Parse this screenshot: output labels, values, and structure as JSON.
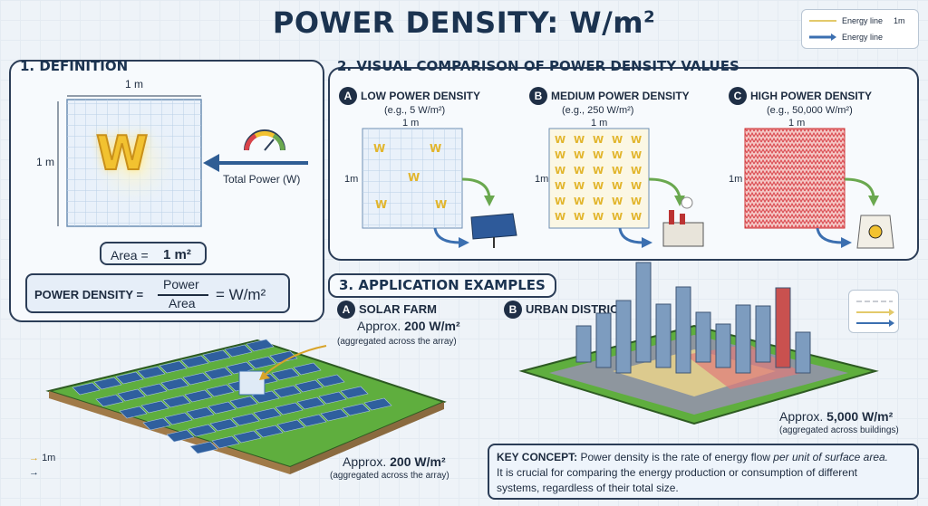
{
  "title": "POWER DENSITY: W/m",
  "title_sup": "2",
  "legend": {
    "line1": "Energy line",
    "line1_tag": "1m",
    "line2": "Energy line"
  },
  "definition": {
    "heading": "1. DEFINITION",
    "width_label": "1 m",
    "height_label": "1 m",
    "w_symbol": "W",
    "total_power": "Total Power (W)",
    "area_label": "Area =",
    "area_value": "1 m²",
    "formula_left": "POWER DENSITY =",
    "formula_num": "Power",
    "formula_den": "Area",
    "formula_right": "= W/m²"
  },
  "comparison": {
    "heading": "2. VISUAL COMPARISON OF POWER DENSITY VALUES",
    "a": {
      "badge": "A",
      "label": "LOW POWER DENSITY",
      "eg": "(e.g., 5 W/m²)",
      "w": "1 m",
      "h": "1m"
    },
    "b": {
      "badge": "B",
      "label": "MEDIUM POWER DENSITY",
      "eg": "(e.g., 250 W/m²)",
      "w": "1 m",
      "h": "1m"
    },
    "c": {
      "badge": "C",
      "label": "HIGH POWER DENSITY",
      "eg": "(e.g., 50,000 W/m²)",
      "w": "1 m",
      "h": "1m"
    },
    "cell_w": "W"
  },
  "applications": {
    "heading": "3. APPLICATION EXAMPLES",
    "solar": {
      "badge": "A",
      "label": "SOLAR FARM",
      "approx1": "Approx.",
      "value1": "200 W/m²",
      "note1": "(aggregated across the array)",
      "approx2": "Approx.",
      "value2": "200 W/m²",
      "note2": "(aggregated across the array)",
      "scale": "1m"
    },
    "urban": {
      "badge": "B",
      "label": "URBAN DISTRICT",
      "approx": "Approx.",
      "value": "5,000 W/m²",
      "note": "(aggregated across buildings)"
    }
  },
  "key_concept": {
    "label": "KEY CONCEPT:",
    "text1": "Power density is the rate of energy flow ",
    "text1_em": "per unit of surface area.",
    "text2": "It is crucial for comparing the energy production or consumption of different",
    "text3": "systems, regardless of their total size."
  },
  "colors": {
    "navy": "#1b3350",
    "yellow": "#f2c230",
    "red": "#d9434a",
    "blue": "#3b6fb0",
    "green": "#6aa84f"
  }
}
